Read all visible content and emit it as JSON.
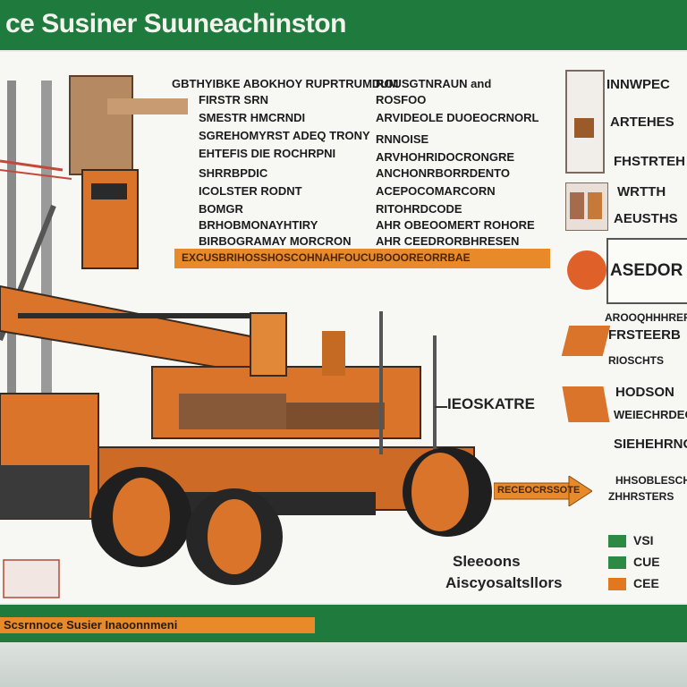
{
  "header": {
    "title": "ce Susiner Suuneachinston"
  },
  "text_block": {
    "left_lines": [
      "GBTHYIBKE ABOKHOY RUPRTRUMDUM",
      "FIRSTR SRN",
      "SMESTR HMCRNDI",
      "SGREHOMYRST ADEQ TRONY",
      "EHTEFIS DIE ROCHRPNI",
      "SHRRBPDIC",
      "ICOLSTER RODNT",
      "BOMGR",
      "BRHOBMONAYHTIRY",
      "BIRBOGRAMAY MORCRON"
    ],
    "right_lines": [
      "ROUSGTNRAUN and",
      "ROSFOO",
      "ARVIDEOLE DUOEOCRNORL",
      "RNNOISE",
      "ARVHOHRIDOCRONGRE",
      "ANCHONRBORRDENTO",
      "ACEPOCOMARCORN",
      "RITOHRDCODE",
      "AHR OBEOOMERT ROHORE",
      "AHR CEEDRORBHRESEN"
    ],
    "strip": "EXCUSBRIHOSSHOSCOHNAHFOUCUBOOOREORRBAE"
  },
  "side": {
    "labels": [
      "INNWPEC",
      "ARTEHES",
      "FHSTRTEH",
      "WRTTH",
      "AEUSTHS",
      "ASEDOR",
      "AROOQHHHRERES",
      "FRSTEERB",
      "RIOSCHTS",
      "HODSON",
      "WEIECHRDEO",
      "SIEHEHRNO",
      "ZHHRSTERS"
    ]
  },
  "callouts": {
    "mid": "IEOSKATRE",
    "left_bottom": "Sleeoons",
    "bottom": "Aiscyosaltsllors",
    "arrow_text": "RECEOCRSSOTE",
    "right_arrow": "HHSOBLESCHON"
  },
  "legend": [
    {
      "label": "VSI",
      "color": "#2d8a45"
    },
    {
      "label": "CUE",
      "color": "#2d8a45"
    },
    {
      "label": "CEE",
      "color": "#e2781e"
    }
  ],
  "footer": {
    "strip": "Scsrnnoce Susier Inaoonnmeni"
  },
  "colors": {
    "header": "#1f7a3e",
    "accent": "#e88a2a",
    "machine": "#d9742a"
  }
}
